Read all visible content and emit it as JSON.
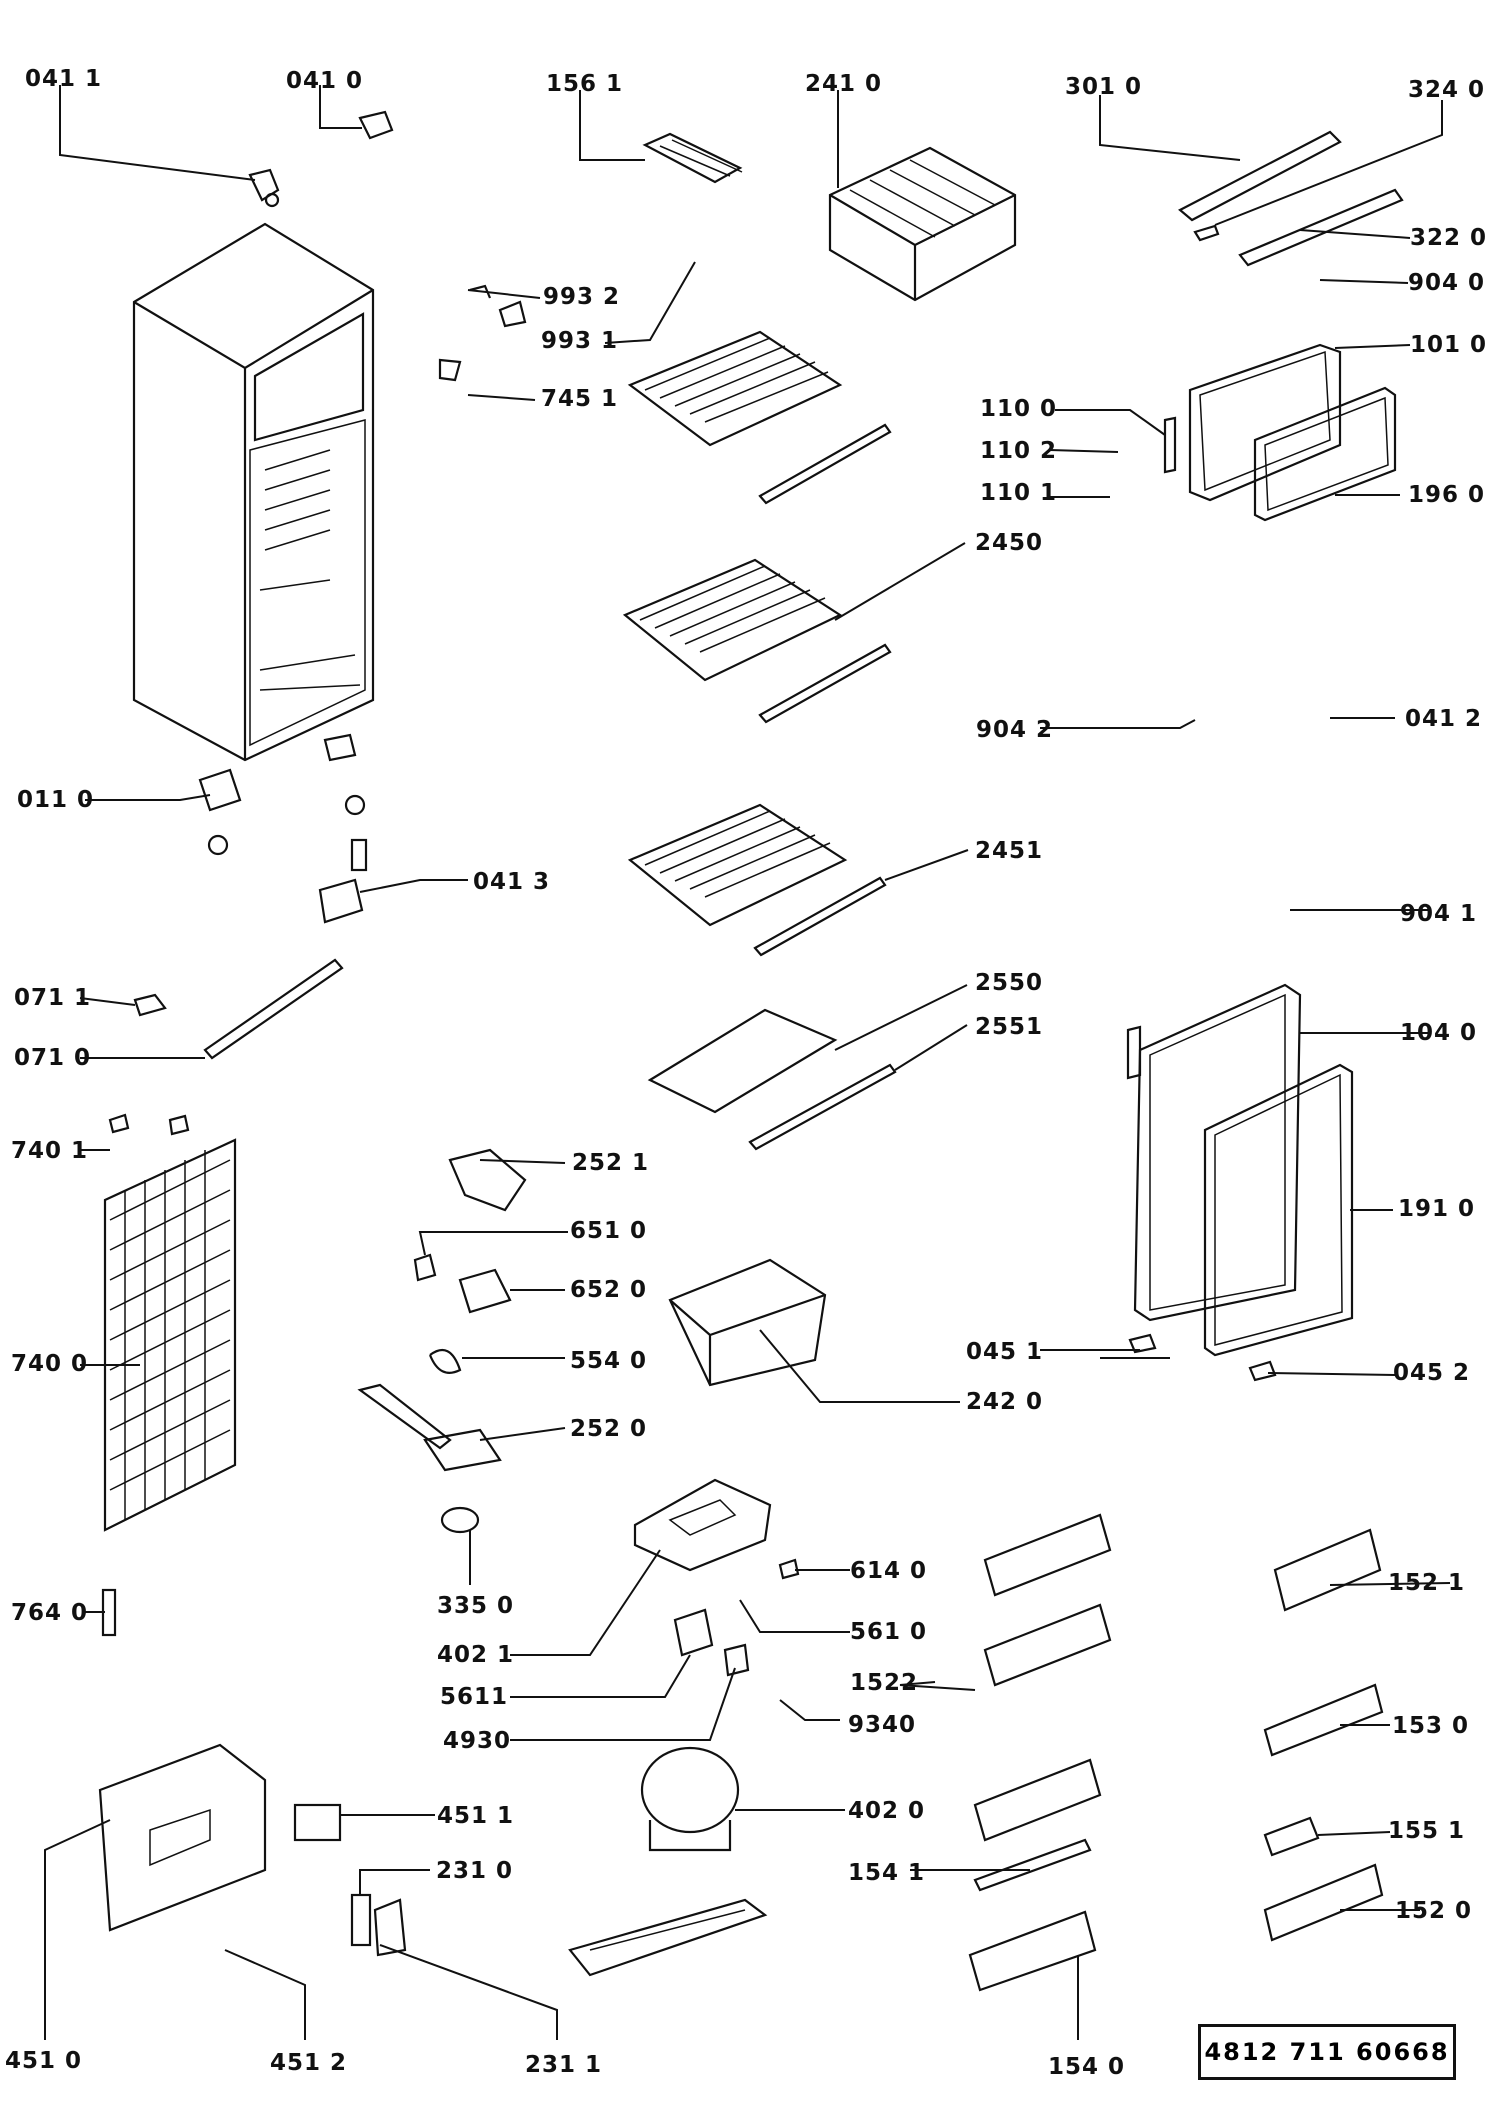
{
  "labels": {
    "l0411": "041 1",
    "l0410": "041 0",
    "l1561": "156 1",
    "l2410": "241 0",
    "l3010": "301 0",
    "l3240": "324 0",
    "l3220": "322 0",
    "l9040": "904 0",
    "l1010": "101 0",
    "l9932": "993 2",
    "l9931": "993 1",
    "l7451": "745 1",
    "l1100": "110 0",
    "l1102": "110 2",
    "l1101": "110 1",
    "l1960": "196 0",
    "l2450": "2450",
    "l9042": "904 2",
    "l0412": "041 2",
    "l0110": "011 0",
    "l0413": "041 3",
    "l2451": "2451",
    "l9041": "904 1",
    "l0711": "071 1",
    "l0710": "071 0",
    "l2550": "2550",
    "l2551": "2551",
    "l1040": "104 0",
    "l7401": "740 1",
    "l2521": "252 1",
    "l6510": "651 0",
    "l1910": "191 0",
    "l6520": "652 0",
    "l7400": "740 0",
    "l5540": "554 0",
    "l0451": "045 1",
    "l0452": "045 2",
    "l2420": "242 0",
    "l2520": "252 0",
    "l6140": "614 0",
    "l1521": "152 1",
    "l3350": "335 0",
    "l5610": "561 0",
    "l7640": "764 0",
    "l4021": "402 1",
    "l5611": "5611",
    "l1522": "1522",
    "l9340": "9340",
    "l4930": "4930",
    "l1530": "153 0",
    "l4511": "451 1",
    "l4020": "402 0",
    "l1551": "155 1",
    "l2310": "231 0",
    "l1541": "154 1",
    "l1520": "152 0",
    "l4510": "451 0",
    "l4512": "451 2",
    "l2311": "231 1",
    "l1540": "154 0"
  },
  "document_number": "4812  711  60668"
}
